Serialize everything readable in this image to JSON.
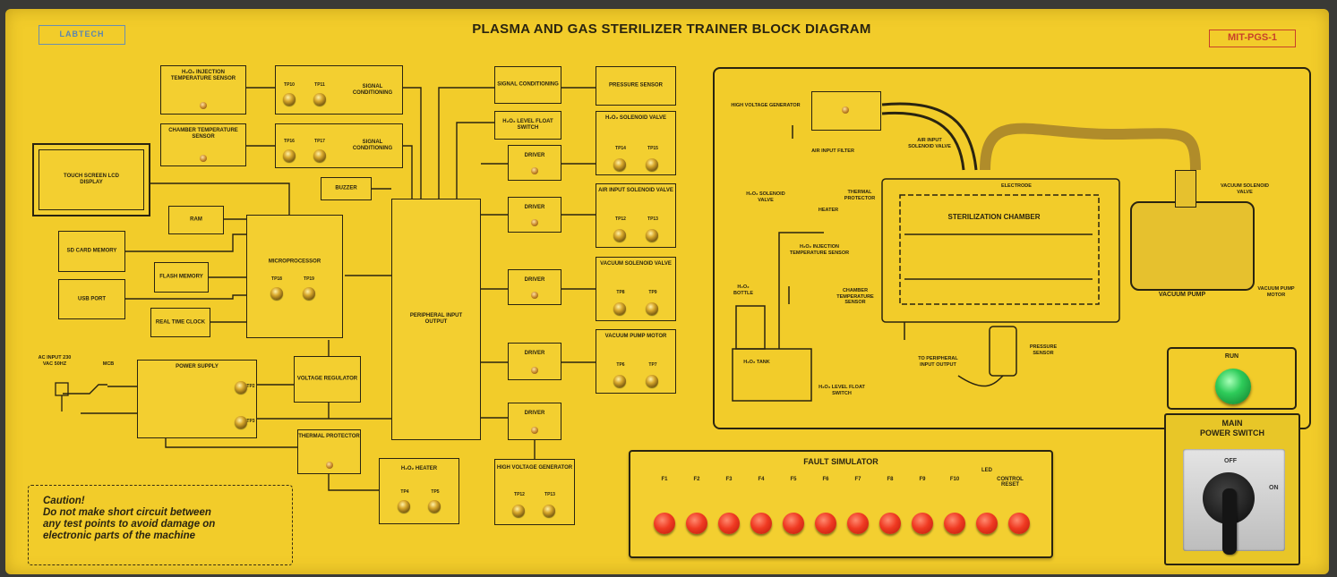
{
  "panel": {
    "title": "PLASMA AND GAS STERILIZER TRAINER BLOCK DIAGRAM",
    "logo": "LABTECH",
    "model": "MIT-PGS-1"
  },
  "blocks": {
    "h2o2_temp_sensor": "H₂O₂ INJECTION TEMPERATURE SENSOR",
    "signal_cond_1": "SIGNAL CONDITIONING",
    "chamber_temp_sensor": "CHAMBER TEMPERATURE SENSOR",
    "signal_cond_2": "SIGNAL CONDITIONING",
    "touch_screen": "TOUCH SCREEN LCD DISPLAY",
    "buzzer": "BUZZER",
    "ram": "RAM",
    "sd_card": "SD CARD MEMORY",
    "flash": "FLASH MEMORY",
    "usb": "USB PORT",
    "rtc": "REAL TIME CLOCK",
    "microprocessor": "MICROPROCESSOR",
    "peripheral_io": "PERIPHERAL INPUT OUTPUT",
    "power_supply": "POWER SUPPLY",
    "voltage_regulator": "VOLTAGE REGULATOR",
    "thermal_protector": "THERMAL PROTECTOR",
    "h2o2_heater": "H₂O₂ HEATER",
    "signal_cond_3": "SIGNAL CONDITIONING",
    "pressure_sensor": "PRESSURE SENSOR",
    "level_switch": "H₂O₂ LEVEL FLOAT SWITCH",
    "h2o2_valve": "H₂O₂ SOLENOID VALVE",
    "air_valve": "AIR INPUT SOLENOID VALVE",
    "vacuum_valve": "VACUUM SOLENOID VALVE",
    "vacuum_motor": "VACUUM PUMP MOTOR",
    "hv_generator": "HIGH VOLTAGE GENERATOR",
    "driver": "DRIVER",
    "ac_input": "AC INPUT 230 VAC 50Hz",
    "mcb": "MCB"
  },
  "test_points": {
    "tp10": "TP10",
    "tp11": "TP11",
    "tp16": "TP16",
    "tp17": "TP17",
    "tp18": "TP18",
    "tp19": "TP19",
    "tp14": "TP14",
    "tp15": "TP15",
    "tp12": "TP12",
    "tp13": "TP13",
    "tp8": "TP8",
    "tp9": "TP9",
    "tp6": "TP6",
    "tp7": "TP7",
    "tp4": "TP4",
    "tp5": "TP5",
    "tp2": "TP2",
    "tp3": "TP3"
  },
  "chamber": {
    "hv_generator": "HIGH VOLTAGE GENERATOR",
    "air_filter": "AIR INPUT FILTER",
    "air_valve": "AIR INPUT SOLENOID VALVE",
    "electrode": "ELECTRODE",
    "h2o2_valve": "H₂O₂ SOLENOID VALVE",
    "heater": "HEATER",
    "thermal_protector": "THERMAL PROTECTOR",
    "injection_sensor": "H₂O₂ INJECTION TEMPERATURE SENSOR",
    "sterilization_chamber": "STERILIZATION CHAMBER",
    "chamber_sensor": "CHAMBER TEMPERATURE SENSOR",
    "bottle": "H₂O₂ BOTTLE",
    "tank": "H₂O₂ TANK",
    "float_switch": "H₂O₂ LEVEL FLOAT SWITCH",
    "peripheral": "TO PERIPHERAL INPUT OUTPUT",
    "pressure_sensor": "PRESSURE SENSOR",
    "vacuum_valve": "VACUUM SOLENOID VALVE",
    "vacuum_pump": "VACUUM PUMP",
    "vacuum_motor": "VACUUM PUMP MOTOR"
  },
  "caution": {
    "line1": "Caution!",
    "line2": "Do not make short circuit between",
    "line3": "any test points to avoid  damage on",
    "line4": "electronic parts of the machine"
  },
  "fault_simulator": {
    "title": "FAULT SIMULATOR",
    "labels": [
      "F1",
      "F2",
      "F3",
      "F4",
      "F5",
      "F6",
      "F7",
      "F8",
      "F9",
      "F10",
      "LED",
      "CONTROL RESET"
    ]
  },
  "controls": {
    "run_label": "RUN",
    "switch_title_1": "MAIN",
    "switch_title_2": "POWER SWITCH",
    "off_label": "OFF",
    "on_label": "ON"
  },
  "colors": {
    "panel": "#f2cc2a",
    "ink": "#2a2410",
    "run_button": "#2ecc5a",
    "fault_button": "#f03a22",
    "model_label": "#c8402a",
    "logo": "#5a86b0"
  }
}
